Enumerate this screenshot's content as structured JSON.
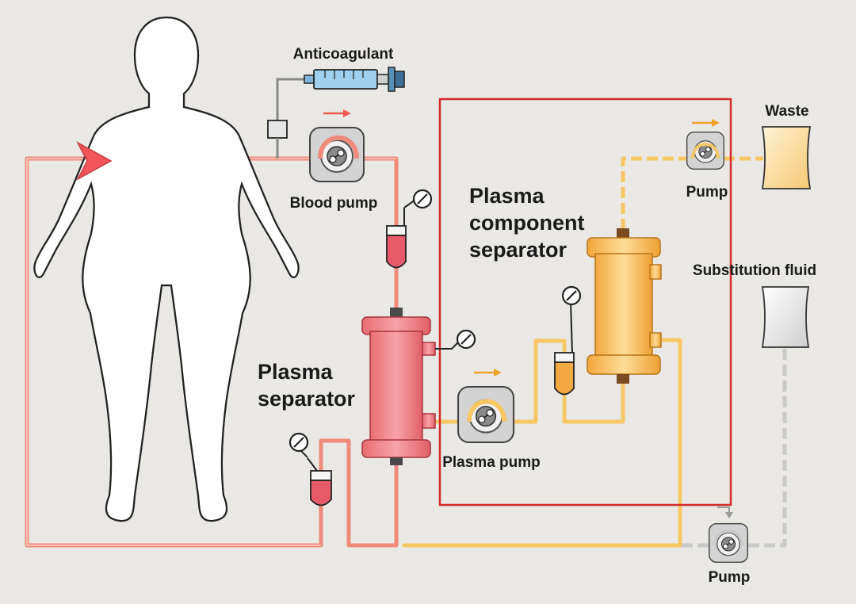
{
  "labels": {
    "anticoagulant": "Anticoagulant",
    "blood_pump": "Blood pump",
    "waste": "Waste",
    "top_pump": "Pump",
    "substitution_fluid": "Substitution fluid",
    "bottom_pump": "Pump",
    "plasma_pump": "Plasma pump",
    "plasma_separator": [
      "Plasma",
      "separator"
    ],
    "plasma_component_separator": [
      "Plasma",
      "component",
      "separator"
    ]
  },
  "colors": {
    "background": "#e9e8e4",
    "blood_line": "#f08a7a",
    "plasma_line": "#f7c766",
    "fluid_line": "#c9c9c9",
    "box_outline": "#d42a2a",
    "plasma_separator": "#f3868c",
    "component_separator": "#f6bb55"
  },
  "icons": {
    "pump": "peristaltic-pump-icon",
    "gauge": "pressure-gauge-icon",
    "drip": "drip-chamber-icon",
    "syringe": "syringe-icon",
    "bag": "fluid-bag-icon",
    "arrow": "flow-arrow-icon"
  }
}
